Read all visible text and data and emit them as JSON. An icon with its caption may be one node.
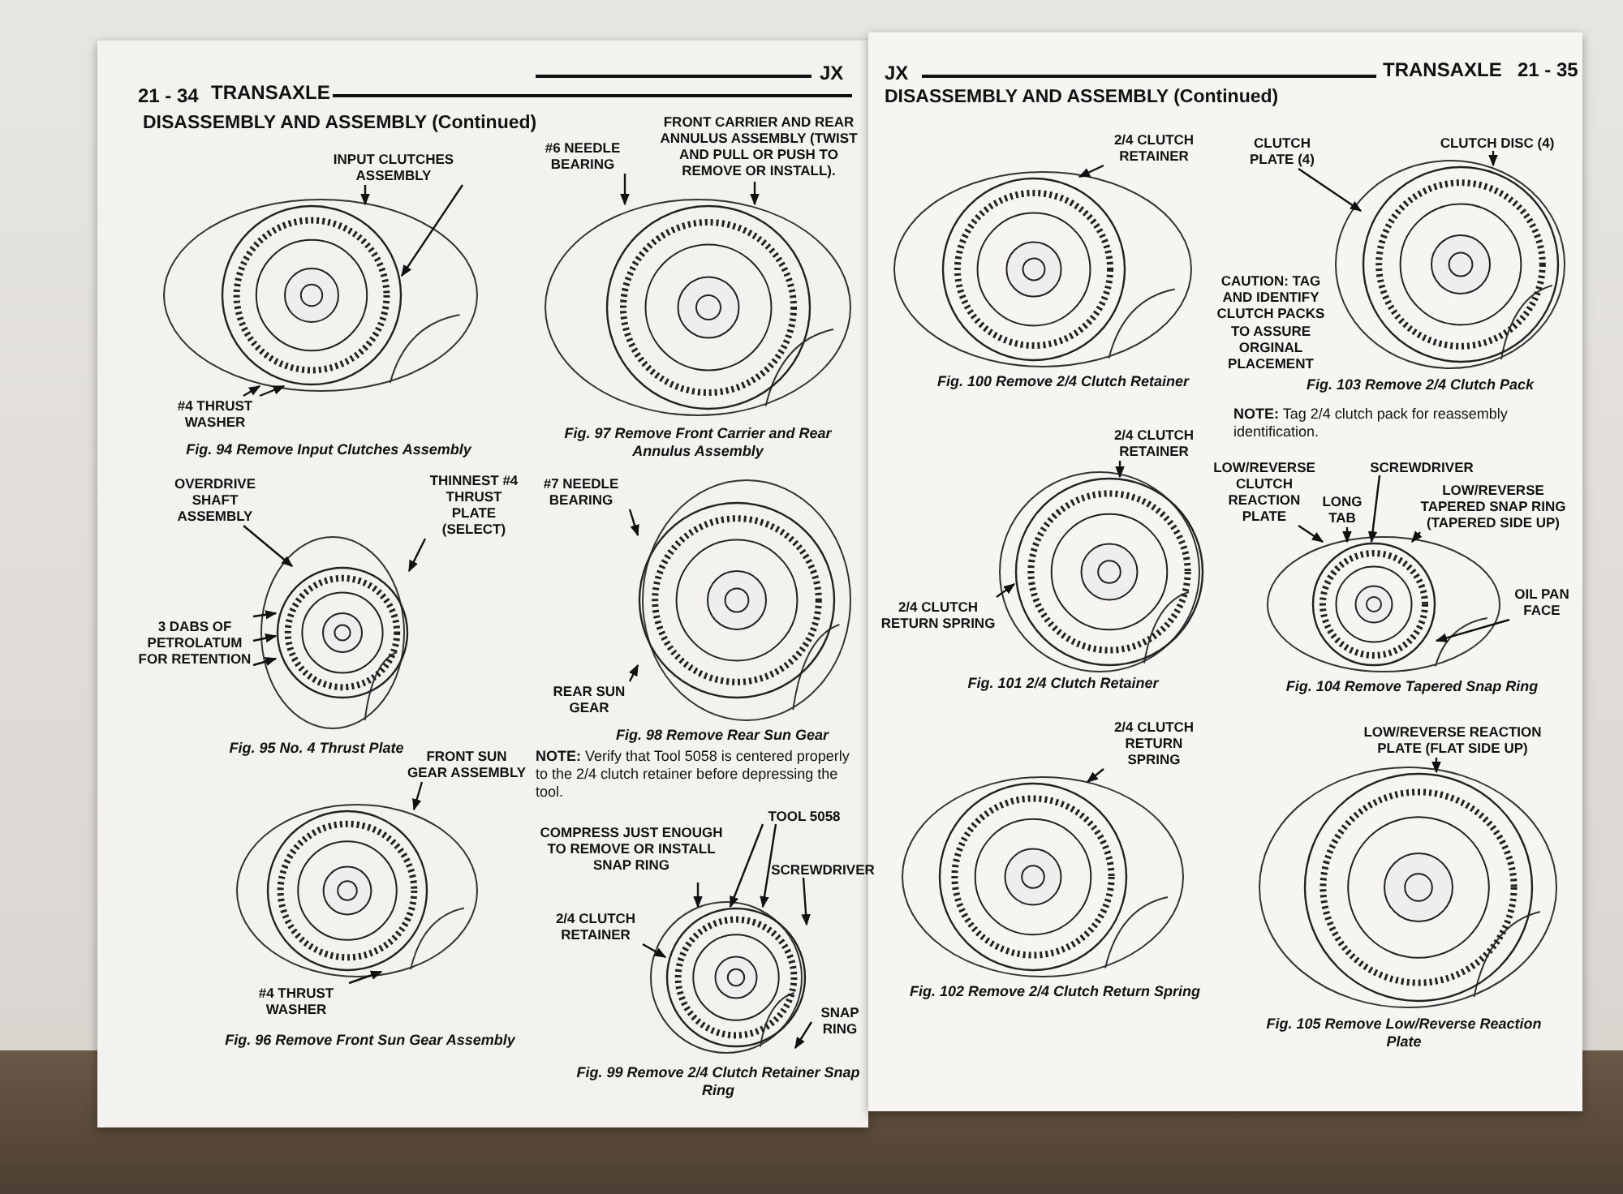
{
  "diagram": {
    "nodes": [
      {
        "text": [
          "INPUT CLUTCHES ASSEMBLY"
        ]
      },
      {
        "text": [
          "#4 THRUST WASHER"
        ]
      },
      {
        "text": [
          "OVERDRIVE SHAFT ASSEMBLY"
        ]
      },
      {
        "text": [
          "THINNEST #4 THRUST PLATE (SELECT)"
        ]
      },
      {
        "text": [
          "3 DABS OF PETROLATUM FOR RETENTION"
        ]
      },
      {
        "text": [
          "FRONT SUN GEAR ASSEMBLY"
        ]
      },
      {
        "text": [
          "#4 THRUST WASHER"
        ]
      },
      {
        "text": [
          "#6 NEEDLE BEARING"
        ]
      },
      {
        "text": [
          "FRONT CARRIER AND REAR ANNULUS ASSEMBLY (TWIST AND PULL OR PUSH TO REMOVE OR INSTALL)."
        ]
      },
      {
        "text": [
          "#7 NEEDLE BEARING"
        ]
      },
      {
        "text": [
          "REAR SUN GEAR"
        ]
      },
      {
        "text": [
          "COMPRESS JUST ENOUGH TO REMOVE OR INSTALL SNAP RING"
        ]
      },
      {
        "text": [
          "TOOL 5058"
        ]
      },
      {
        "text": [
          "SCREWDRIVER"
        ]
      },
      {
        "text": [
          "2/4 CLUTCH RETAINER"
        ]
      },
      {
        "text": [
          "SNAP RING"
        ]
      },
      {
        "text": [
          "2/4 CLUTCH RETAINER"
        ]
      },
      {
        "text": [
          "2/4 CLUTCH RETAINER"
        ]
      },
      {
        "text": [
          "2/4 CLUTCH RETURN SPRING"
        ]
      },
      {
        "text": [
          "2/4 CLUTCH RETURN SPRING"
        ]
      },
      {
        "text": [
          "CLUTCH PLATE (4)"
        ]
      },
      {
        "text": [
          "CLUTCH DISC (4)"
        ]
      },
      {
        "text": [
          "LOW/REVERSE CLUTCH REACTION PLATE"
        ]
      },
      {
        "text": [
          "LONG TAB"
        ]
      },
      {
        "text": [
          "SCREWDRIVER"
        ]
      },
      {
        "text": [
          "LOW/REVERSE TAPERED SNAP RING (TAPERED SIDE UP)"
        ]
      },
      {
        "text": [
          "OIL PAN FACE"
        ]
      },
      {
        "text": [
          "LOW/REVERSE REACTION PLATE (FLAT SIDE UP)"
        ]
      },
      {
        "text": [],
        "shape": "picture"
      },
      {
        "text": [],
        "shape": "picture"
      },
      {
        "text": [],
        "shape": "picture"
      },
      {
        "text": [],
        "shape": "picture"
      },
      {
        "text": [],
        "shape": "picture"
      },
      {
        "text": [],
        "shape": "picture"
      },
      {
        "text": [],
        "shape": "picture"
      },
      {
        "text": [],
        "shape": "picture"
      },
      {
        "text": [],
        "shape": "picture"
      },
      {
        "text": [],
        "shape": "picture"
      },
      {
        "text": [],
        "shape": "picture"
      },
      {
        "text": [],
        "shape": "picture"
      }
    ],
    "edges": [
      {
        "from": 0,
        "to": 28,
        "arrow": "to"
      },
      {
        "from": 0,
        "to": 28,
        "arrow": "to"
      },
      {
        "from": 1,
        "to": 28,
        "arrow": "to"
      },
      {
        "from": 1,
        "to": 28,
        "arrow": "to"
      },
      {
        "from": 2,
        "to": 29,
        "arrow": "to"
      },
      {
        "from": 3,
        "to": 29,
        "arrow": "to"
      },
      {
        "from": 4,
        "to": 29,
        "arrow": "to"
      },
      {
        "from": 4,
        "to": 29,
        "arrow": "to"
      },
      {
        "from": 4,
        "to": 29,
        "arrow": "to"
      },
      {
        "from": 5,
        "to": 30,
        "arrow": "to"
      },
      {
        "from": 6,
        "to": 30,
        "arrow": "to"
      },
      {
        "from": 7,
        "to": 31,
        "arrow": "to"
      },
      {
        "from": 8,
        "to": 31,
        "arrow": "to"
      },
      {
        "from": 9,
        "to": 32,
        "arrow": "to"
      },
      {
        "from": 10,
        "to": 32,
        "arrow": "to"
      },
      {
        "from": 11,
        "to": 33,
        "arrow": "to"
      },
      {
        "from": 12,
        "to": 33,
        "arrow": "to"
      },
      {
        "from": 12,
        "to": 33,
        "arrow": "to"
      },
      {
        "from": 13,
        "to": 33,
        "arrow": "to"
      },
      {
        "from": 14,
        "to": 33,
        "arrow": "to"
      },
      {
        "from": 15,
        "to": 33,
        "arrow": "to"
      },
      {
        "from": 16,
        "to": 34,
        "arrow": "to"
      },
      {
        "from": 17,
        "to": 35,
        "arrow": "to"
      },
      {
        "from": 18,
        "to": 35,
        "arrow": "to"
      },
      {
        "from": 19,
        "to": 36,
        "arrow": "to"
      },
      {
        "from": 20,
        "to": 37,
        "arrow": "to"
      },
      {
        "from": 21,
        "to": 37,
        "arrow": "to"
      },
      {
        "from": 22,
        "to": 38,
        "arrow": "to"
      },
      {
        "from": 23,
        "to": 38,
        "arrow": "to"
      },
      {
        "from": 24,
        "to": 38,
        "arrow": "to"
      },
      {
        "from": 25,
        "to": 38,
        "arrow": "to"
      },
      {
        "from": 26,
        "to": 38,
        "arrow": "to"
      },
      {
        "from": 27,
        "to": 39,
        "arrow": "to"
      }
    ],
    "labels": [
      "21 - 34",
      "TRANSAXLE",
      "DISASSEMBLY AND ASSEMBLY (Continued)",
      "Fig. 94 Remove Input Clutches Assembly",
      "Fig. 95 No. 4 Thrust Plate",
      "Fig. 96 Remove Front Sun Gear Assembly",
      "JX",
      "Fig. 97 Remove Front Carrier and Rear Annulus Assembly",
      "Fig. 98 Remove Rear Sun Gear",
      "**NOTE:** Verify that Tool 5058 is centered properly to the 2/4 clutch retainer before depressing the tool.",
      "Fig. 99 Remove 2/4 Clutch Retainer Snap Ring",
      "JX",
      "DISASSEMBLY AND ASSEMBLY (Continued)",
      "TRANSAXLE",
      "21 - 35",
      "Fig. 100 Remove 2/4 Clutch Retainer",
      "Fig. 101 2/4 Clutch Retainer",
      "Fig. 102 Remove 2/4 Clutch Return Spring",
      "CAUTION: TAG AND IDENTIFY CLUTCH PACKS TO ASSURE ORGINAL PLACEMENT",
      "Fig. 103 Remove 2/4 Clutch Pack",
      "**NOTE:** Tag 2/4 clutch pack for reassembly identification.",
      "Fig. 104 Remove Tapered Snap Ring",
      "Fig. 105 Remove Low/Reverse Reaction Plate"
    ]
  }
}
